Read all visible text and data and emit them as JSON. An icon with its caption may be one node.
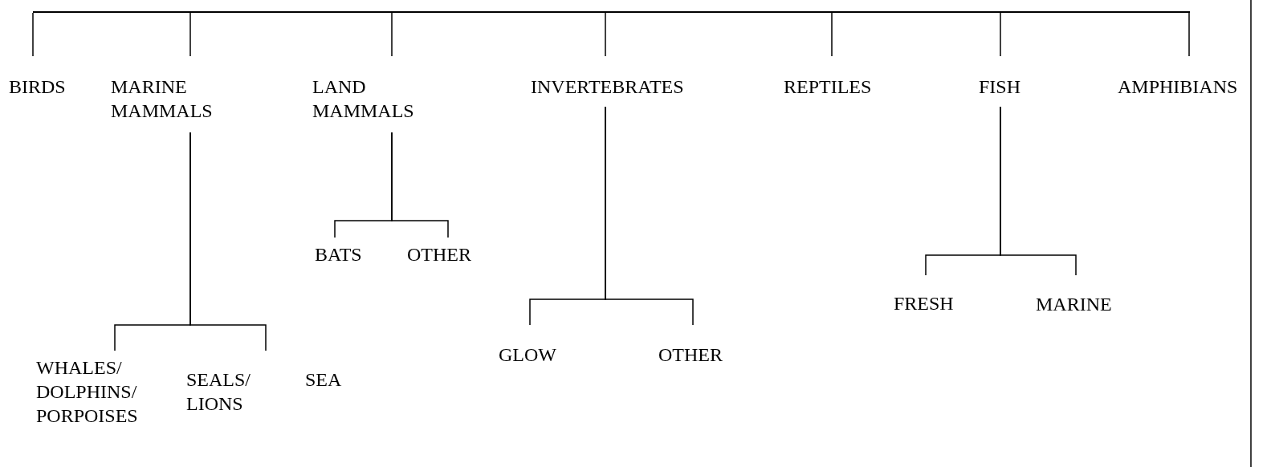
{
  "diagram": {
    "nodes": [
      {
        "text": [],
        "shape": "bar"
      },
      {
        "text": [
          "BIRDS"
        ]
      },
      {
        "text": [
          "MARINE MAMMALS"
        ]
      },
      {
        "text": [
          "LAND MAMMALS"
        ]
      },
      {
        "text": [
          "INVERTEBRATES"
        ]
      },
      {
        "text": [
          "REPTILES"
        ]
      },
      {
        "text": [
          "FISH"
        ]
      },
      {
        "text": [
          "AMPHIBIANS"
        ]
      },
      {
        "text": [
          "WHALES/ DOLPHINS/ PORPOISES"
        ]
      },
      {
        "text": [
          "SEALS/ LIONS"
        ]
      },
      {
        "text": [
          "BATS"
        ]
      },
      {
        "text": [
          "OTHER"
        ]
      },
      {
        "text": [
          "GLOW"
        ]
      },
      {
        "text": [
          "OTHER"
        ]
      },
      {
        "text": [
          "FRESH"
        ]
      },
      {
        "text": [
          "MARINE"
        ]
      }
    ],
    "edges": [
      {
        "from": 0,
        "to": 1,
        "arrow": "none"
      },
      {
        "from": 0,
        "to": 2,
        "arrow": "none"
      },
      {
        "from": 0,
        "to": 3,
        "arrow": "none"
      },
      {
        "from": 0,
        "to": 4,
        "arrow": "none"
      },
      {
        "from": 0,
        "to": 5,
        "arrow": "none"
      },
      {
        "from": 0,
        "to": 6,
        "arrow": "none"
      },
      {
        "from": 0,
        "to": 7,
        "arrow": "none"
      },
      {
        "from": 2,
        "to": 8,
        "arrow": "none"
      },
      {
        "from": 2,
        "to": 9,
        "arrow": "none"
      },
      {
        "from": 3,
        "to": 10,
        "arrow": "none"
      },
      {
        "from": 3,
        "to": 11,
        "arrow": "none"
      },
      {
        "from": 4,
        "to": 12,
        "arrow": "none"
      },
      {
        "from": 4,
        "to": 13,
        "arrow": "none"
      },
      {
        "from": 6,
        "to": 14,
        "arrow": "none"
      },
      {
        "from": 6,
        "to": 15,
        "arrow": "none"
      }
    ],
    "labels": [
      "SEA"
    ]
  }
}
